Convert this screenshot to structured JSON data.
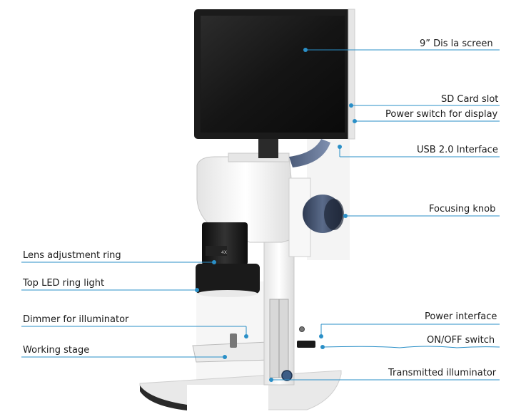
{
  "labels": {
    "display_screen": "9” Dis  la   screen",
    "sd_card_slot": "SD Card slot",
    "power_switch_display": "Power switch for display",
    "usb_interface": "USB 2.0 Interface",
    "focusing_knob": "Focusing knob",
    "lens_ring": "Lens adjustment ring",
    "top_led": "Top LED ring light",
    "dimmer": "Dimmer for illuminator",
    "working_stage": "Working stage",
    "power_interface": "Power interface",
    "on_off_switch": "ON/OFF switch",
    "transmitted_illuminator": "Transmitted illuminator"
  },
  "device": {
    "lens_marking": "4X"
  },
  "colors": {
    "leader_line": "#2a8fc7",
    "dot": "#2a8fc7",
    "screen_frame": "#1b1b1b",
    "body_white": "#f2f2f2",
    "knob_blue": "#3d4e6b"
  }
}
